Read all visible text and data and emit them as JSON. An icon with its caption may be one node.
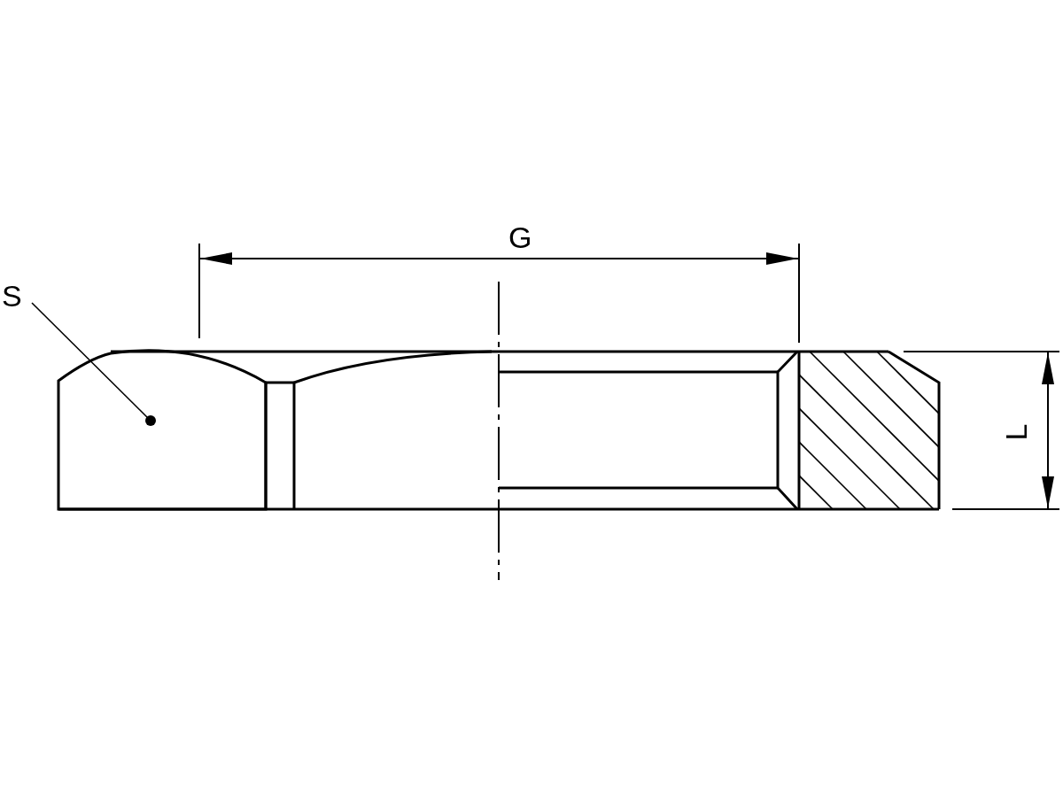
{
  "diagram": {
    "nodes": [
      {
        "text": [
          "S"
        ]
      },
      {
        "text": [],
        "shape": "picture"
      }
    ],
    "edges": [
      {
        "from": 0,
        "to": 1,
        "arrow": "other"
      }
    ],
    "labels": [
      "G",
      "L"
    ]
  }
}
